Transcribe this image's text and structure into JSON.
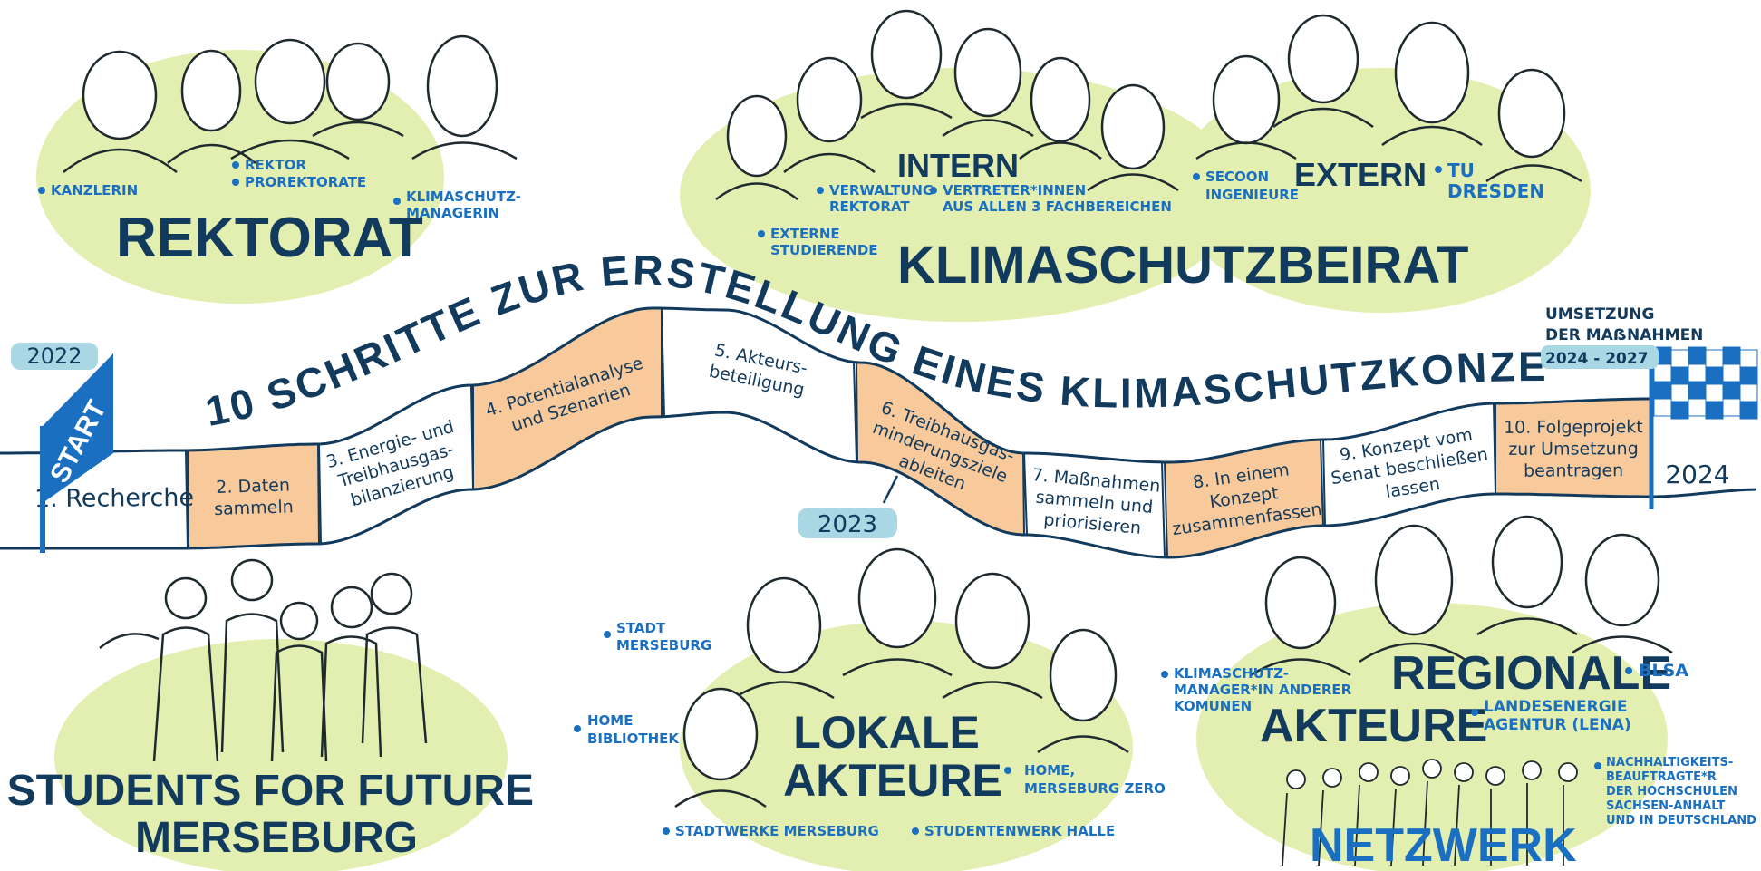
{
  "title": "10 SCHRITTE ZUR ERSTELLUNG EINES KLIMASCHUTZKONZEPTES",
  "years": {
    "start": "2022",
    "mid": "2023",
    "end": "2024",
    "implementation": "UMSETZUNG DER MAẞNAHMEN 2024 - 2027"
  },
  "start_label": "START",
  "steps": [
    {
      "lines": [
        "1. Recherche"
      ]
    },
    {
      "lines": [
        "2. Daten",
        "sammeln"
      ]
    },
    {
      "lines": [
        "3. Energie- und",
        "Treibhausgas-",
        "bilanzierung"
      ]
    },
    {
      "lines": [
        "4. Potentialanalyse",
        "und Szenarien"
      ]
    },
    {
      "lines": [
        "5. Akteurs-",
        "beteiligung"
      ]
    },
    {
      "lines": [
        "6. Treibhausgas-",
        "minderungsziele",
        "ableiten"
      ]
    },
    {
      "lines": [
        "7. Maßnahmen",
        "sammeln und",
        "priorisieren"
      ]
    },
    {
      "lines": [
        "8. In einem",
        "Konzept",
        "zusammenfassen"
      ]
    },
    {
      "lines": [
        "9. Konzept vom",
        "Senat beschließen",
        "lassen"
      ]
    },
    {
      "lines": [
        "10. Folgeprojekt",
        "zur Umsetzung",
        "beantragen"
      ]
    }
  ],
  "groups": {
    "rektorat": {
      "title": "REKTORAT",
      "members": [
        {
          "lines": [
            "KANZLERIN"
          ]
        },
        {
          "lines": [
            "REKTOR",
            "PROREKTORATE"
          ]
        },
        {
          "lines": [
            "KLIMASCHUTZ-",
            "MANAGERIN"
          ]
        }
      ]
    },
    "beirat": {
      "title": "KLIMASCHUTZBEIRAT",
      "intern_label": "INTERN",
      "extern_label": "EXTERN",
      "members": [
        {
          "lines": [
            "VERWALTUNG",
            "REKTORAT"
          ]
        },
        {
          "lines": [
            "VERTRETER*INNEN",
            "AUS ALLEN 3 FACHBEREICHEN"
          ]
        },
        {
          "lines": [
            "EXTERNE",
            "STUDIERENDE"
          ]
        },
        {
          "lines": [
            "SECOON",
            "INGENIEURE"
          ]
        },
        {
          "lines": [
            "TU",
            "DRESDEN"
          ]
        }
      ]
    },
    "students": {
      "title_lines": [
        "STUDENTS FOR FUTURE",
        "MERSEBURG"
      ]
    },
    "lokale": {
      "title_lines": [
        "LOKALE",
        "AKTEURE"
      ],
      "members": [
        {
          "lines": [
            "STADT",
            "MERSEBURG"
          ]
        },
        {
          "lines": [
            "HOME",
            "BIBLIOTHEK"
          ]
        },
        {
          "lines": [
            "HOME,",
            "MERSEBURG ZERO"
          ]
        },
        {
          "lines": [
            "STADTWERKE MERSEBURG"
          ]
        },
        {
          "lines": [
            "STUDENTENWERK HALLE"
          ]
        }
      ]
    },
    "regionale": {
      "title_lines": [
        "REGIONALE",
        "AKTEURE"
      ],
      "network": "NETZWERK",
      "members": [
        {
          "lines": [
            "KLIMASCHUTZ-",
            "MANAGER*IN ANDERER",
            "KOMUNEN"
          ]
        },
        {
          "lines": [
            "BLSA"
          ]
        },
        {
          "lines": [
            "LANDESENERGIE",
            "AGENTUR (LENA)"
          ]
        },
        {
          "lines": [
            "NACHHALTIGKEITS-",
            "BEAUFTRAGTE*R",
            "DER HOCHSCHULEN",
            "SACHSEN-ANHALT",
            "UND IN DEUTSCHLAND"
          ]
        }
      ]
    }
  },
  "colors": {
    "blob": "#e3efb0",
    "orange": "#f8c99a",
    "blue": "#1a6fc0",
    "navy": "#123a5c",
    "tag": "#a9d8e4"
  }
}
